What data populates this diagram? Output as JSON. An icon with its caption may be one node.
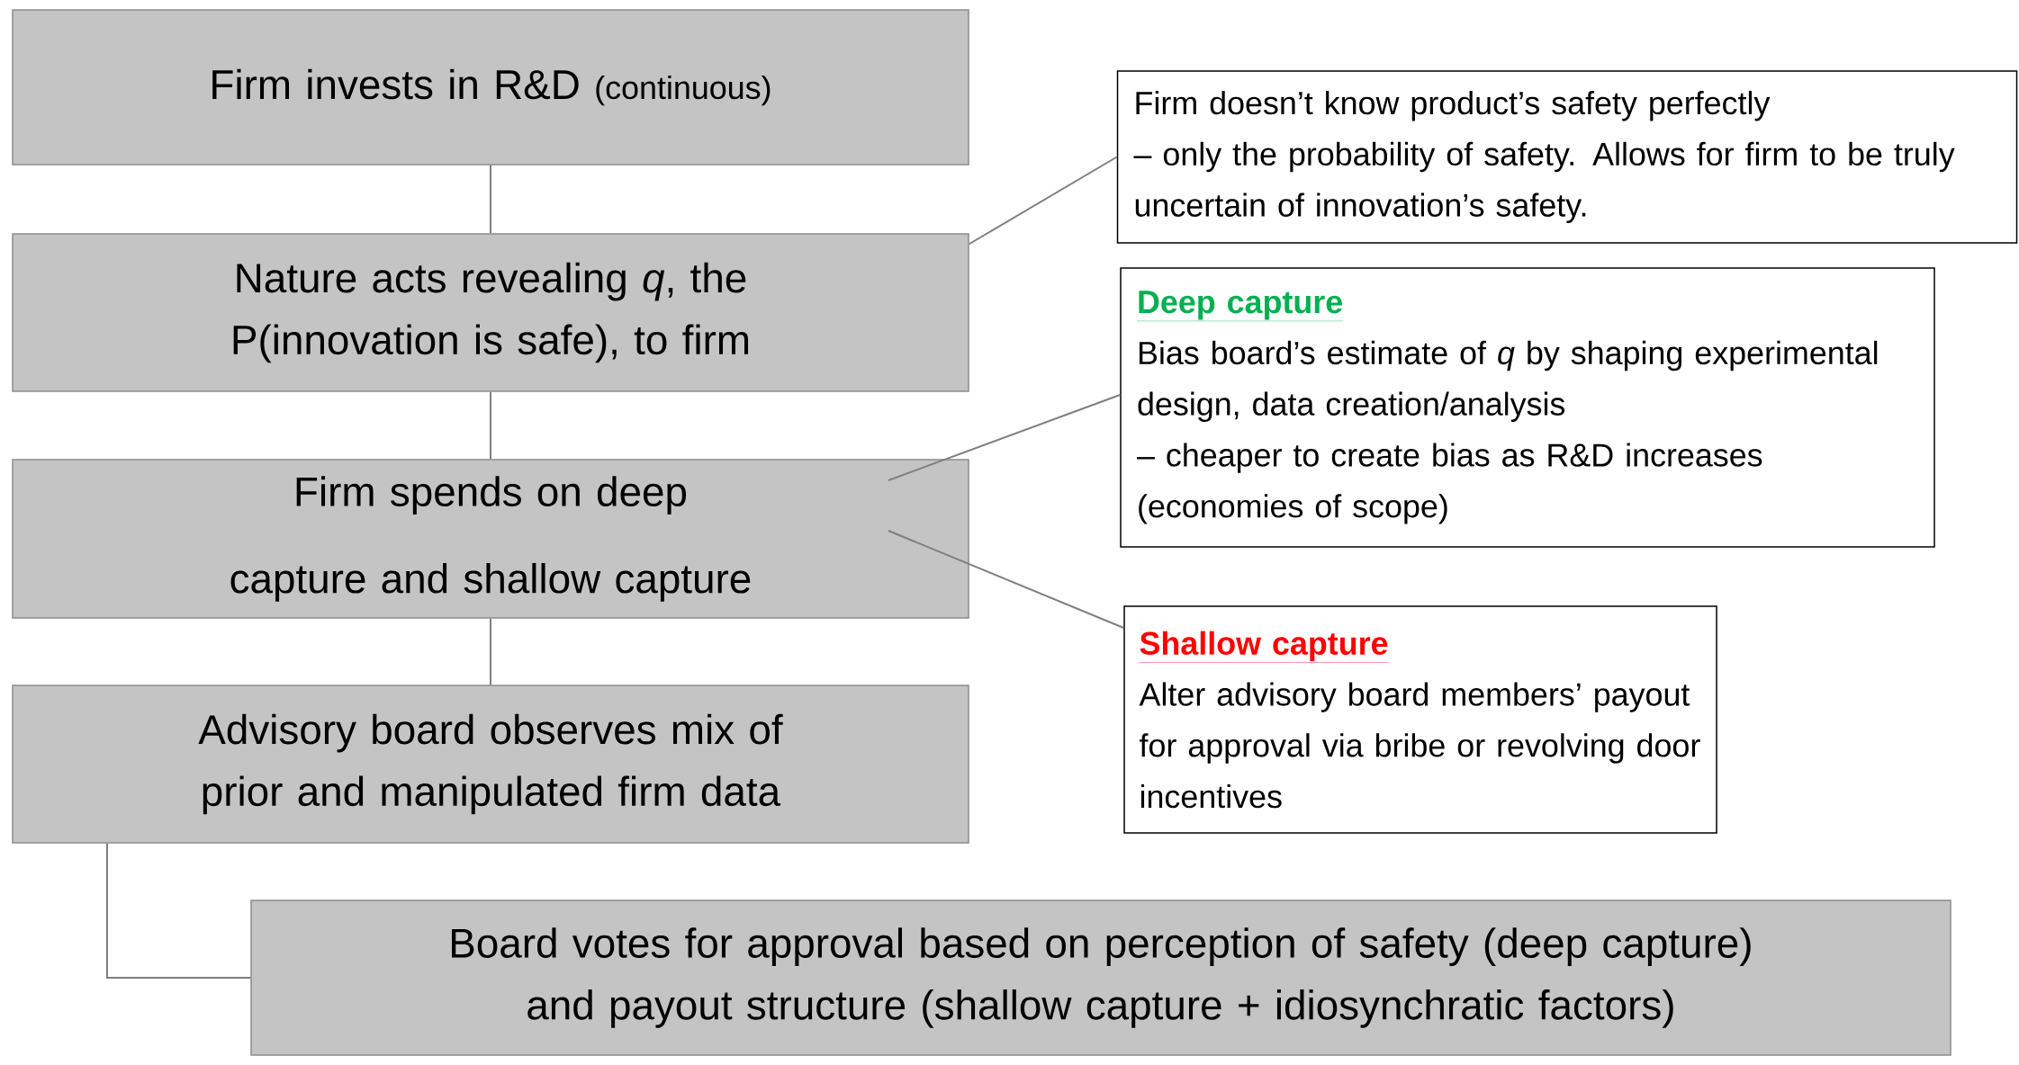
{
  "diagram": {
    "nodes": [
      {
        "text": [
          "Firm invests in R&D",
          "(continuous)"
        ]
      },
      {
        "text": [
          "Nature acts revealing *q*, the P(innovation is safe), to firm"
        ]
      },
      {
        "text": [
          "Firm spends on deep capture and shallow capture"
        ]
      },
      {
        "text": [
          "Advisory board observes mix of prior and manipulated firm data"
        ]
      },
      {
        "text": [
          "Board votes for approval based on perception of safety (deep capture) and payout structure (shallow capture + idiosynchratic factors)"
        ]
      },
      {
        "text": [
          "Firm doesn’t know product’s safety perfectly",
          "– only the probability of safety. Allows for firm to be truly uncertain of innovation’s safety."
        ]
      },
      {
        "text": [
          "Deep capture",
          "Bias board’s estimate of *q* by shaping experimental design, data creation/analysis",
          "– cheaper to create bias as R&D increases (economies of scope)"
        ]
      },
      {
        "text": [
          "Shallow capture",
          "Alter advisory board members’ payout for approval via bribe or revolving door incentives"
        ]
      }
    ],
    "edges": [
      {
        "from": 0,
        "to": 1,
        "arrow": "none"
      },
      {
        "from": 1,
        "to": 2,
        "arrow": "none"
      },
      {
        "from": 2,
        "to": 3,
        "arrow": "none"
      },
      {
        "from": 3,
        "to": 4,
        "arrow": "none"
      },
      {
        "from": 1,
        "to": 5,
        "arrow": "none"
      },
      {
        "from": 2,
        "to": 6,
        "arrow": "none"
      },
      {
        "from": 2,
        "to": 7,
        "arrow": "none"
      }
    ]
  }
}
